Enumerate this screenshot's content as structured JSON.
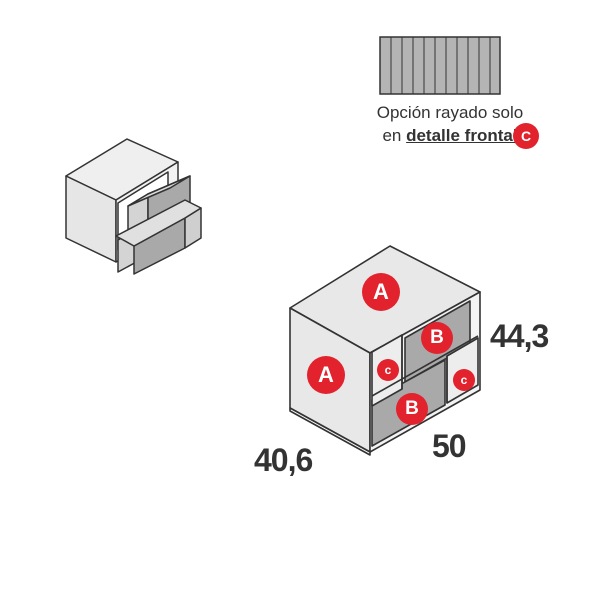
{
  "option_note": {
    "line1": "Opción rayado solo",
    "line2_prefix": "en",
    "line2_emphasis": "detalle frontal",
    "badge": "C"
  },
  "labels": {
    "top": "A",
    "side": "A",
    "drawer_top": "B",
    "drawer_bottom": "B",
    "detail_left": "c",
    "detail_right": "c"
  },
  "dimensions": {
    "height": "44,3",
    "width": "50",
    "depth": "40,6"
  },
  "colors": {
    "badge": "#e2222c",
    "panel": "#e6e6e6",
    "front": "#a9a9a9",
    "outline": "#333333"
  }
}
